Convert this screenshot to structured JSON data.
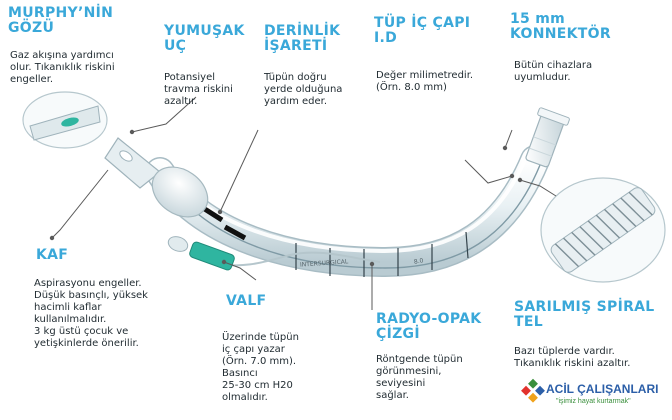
{
  "labels": {
    "murphy": {
      "title": [
        "MURPHY’NİN",
        "GÖZÜ"
      ],
      "desc": [
        "Gaz akışına yardımcı",
        "olur. Tıkanıklık riskini",
        "engeller."
      ]
    },
    "yumusak": {
      "title": [
        "YUMUŞAK",
        "UÇ"
      ],
      "desc": [
        "Potansiyel",
        "travma riskini",
        "azaltır."
      ]
    },
    "derinlik": {
      "title": [
        "DERİNLİK",
        "İŞARETİ"
      ],
      "desc": [
        "Tüpün doğru",
        "yerde olduğuna",
        "yardım eder."
      ]
    },
    "tup": {
      "title": [
        "TÜP İÇ ÇAPI",
        "I.D"
      ],
      "desc": [
        "Değer milimetredir.",
        "(Örn. 8.0 mm)"
      ]
    },
    "konnektor": {
      "title": [
        "15 mm",
        "KONNEKTÖR"
      ],
      "desc": [
        "Bütün cihazlara",
        "uyumludur."
      ]
    },
    "kaf": {
      "title": [
        "KAF"
      ],
      "desc": [
        "Aspirasyonu engeller.",
        "Düşük basınçlı, yüksek",
        "hacimli kaflar",
        "kullanılmalıdır.",
        "3 kg üstü çocuk ve",
        "yetişkinlerde önerilir."
      ]
    },
    "valf": {
      "title": [
        "VALF"
      ],
      "desc": [
        "Üzerinde tüpün",
        "iç çapı yazar",
        "(Örn. 7.0 mm).",
        "Basıncı",
        "25-30 cm H20",
        "olmalıdır."
      ]
    },
    "radyo": {
      "title": [
        "RADYO-OPAK",
        "ÇİZGİ"
      ],
      "desc": [
        "Röntgende tüpün",
        "görünmesini,",
        "seviyesini",
        "sağlar."
      ]
    },
    "spiral": {
      "title": [
        "SARILMIŞ SPİRAL",
        "TEL"
      ],
      "desc": [
        "Bazı tüplerde vardır.",
        "Tıkanıklık riskini azaltır."
      ]
    }
  },
  "tube_text": {
    "brand": "INTERSURGICAL",
    "size": "8.0"
  },
  "logo": {
    "name": "ACİL ÇALIŞANLARI",
    "tagline": "\"işimiz hayat kurtarmak\""
  },
  "colors": {
    "title": "#3aa8d9",
    "text": "#1f2a30",
    "valve": "#2fb5a0",
    "leader": "#5a5a5a"
  }
}
